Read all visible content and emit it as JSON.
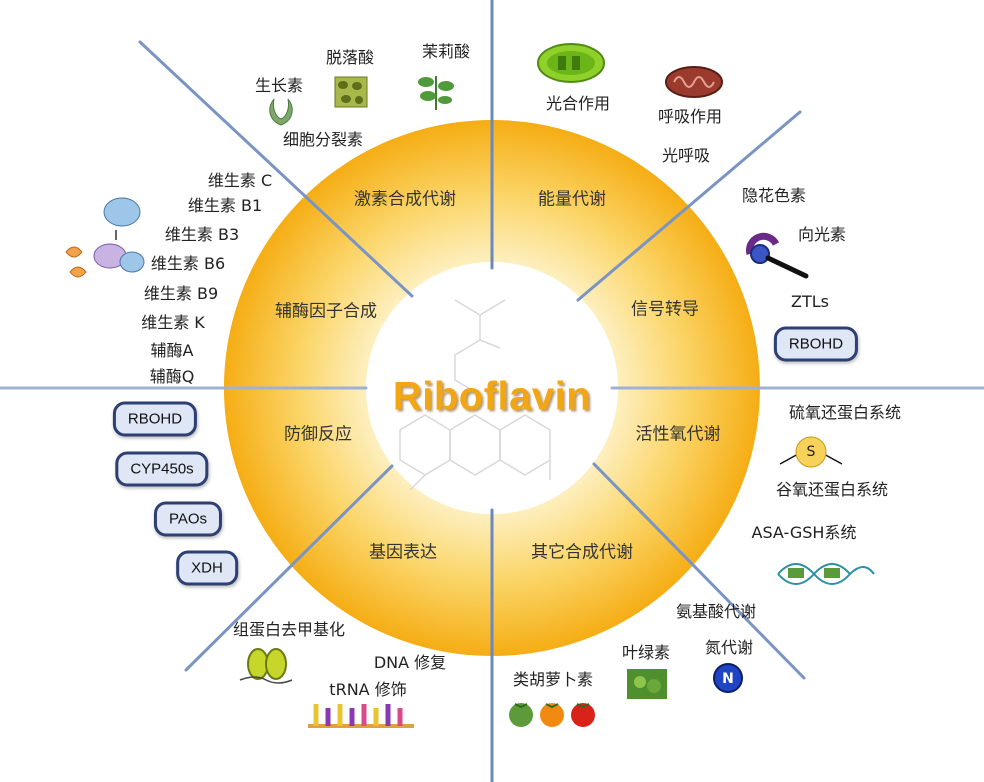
{
  "center": {
    "title": "Riboflavin"
  },
  "segments": {
    "hormone": "激素合成代谢",
    "energy": "能量代谢",
    "signal": "信号转导",
    "ros": "活性氧代谢",
    "other_synthesis": "其它合成代谢",
    "gene_expression": "基因表达",
    "defense": "防御反应",
    "cofactor": "辅酶因子合成"
  },
  "hormone_items": {
    "auxin": "生长素",
    "aba": "脱落酸",
    "jasmonic_acid": "茉莉酸",
    "cytokinin": "细胞分裂素"
  },
  "energy_items": {
    "photosynthesis": "光合作用",
    "respiration": "呼吸作用",
    "photorespiration": "光呼吸"
  },
  "signal_items": {
    "cryptochrome": "隐花色素",
    "phototropin": "向光素",
    "ztls": "ZTLs",
    "rbohd": "RBOHD"
  },
  "ros_items": {
    "thioredoxin": "硫氧还蛋白系统",
    "s_label": "S",
    "glutaredoxin": "谷氧还蛋白系统",
    "asa_gsh": "ASA-GSH系统"
  },
  "other_items": {
    "amino_acid": "氨基酸代谢",
    "nitrogen": "氮代谢",
    "n_label": "N",
    "chlorophyll": "叶绿素",
    "carotenoid": "类胡萝卜素"
  },
  "gene_items": {
    "histone": "组蛋白去甲基化",
    "dna_repair": "DNA 修复",
    "trna": "tRNA 修饰"
  },
  "defense_items": [
    "RBOHD",
    "CYP450s",
    "PAOs",
    "XDH"
  ],
  "cofactor_items": [
    "维生素 C",
    "维生素 B1",
    "维生素 B3",
    "维生素 B6",
    "维生素 B9",
    "维生素 K",
    "辅酶A",
    "辅酶Q"
  ],
  "colors": {
    "ring_outer": "#f6b31a",
    "ring_inner": "#fde9a8",
    "spoke": "#4a6aa8",
    "box_border": "#2d3f73",
    "box_fill": "#dfe6f6",
    "center_text": "#f2a612"
  }
}
